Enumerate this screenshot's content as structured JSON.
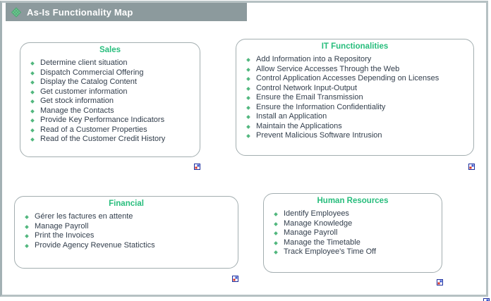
{
  "header": {
    "title": "As-Is Functionality Map",
    "icon": "functionality-map-icon"
  },
  "groups": [
    {
      "id": "sales",
      "title": "Sales",
      "items": [
        "Determine client situation",
        "Dispatch Commercial Offering",
        "Display the Catalog Content",
        "Get customer information",
        "Get stock information",
        "Manage the Contacts",
        "Provide Key Performance Indicators",
        "Read of a Customer Properties",
        "Read of the Customer Credit History"
      ]
    },
    {
      "id": "it",
      "title": "IT Functionalities",
      "items": [
        "Add Information into a Repository",
        "Allow Service Accesses Through the Web",
        "Control Application Accesses Depending on Licenses",
        "Control Network Input-Output",
        "Ensure the Email Transmission",
        "Ensure the Information Confidentiality",
        "Install an Application",
        "Maintain the Applications",
        "Prevent Malicious Software Intrusion"
      ]
    },
    {
      "id": "financial",
      "title": "Financial",
      "items": [
        "Gérer les factures en attente",
        "Manage Payroll",
        "Print the Invoices",
        "Provide Agency Revenue Statictics"
      ]
    },
    {
      "id": "hr",
      "title": "Human Resources",
      "items": [
        "Identify Employees",
        "Manage Knowledge",
        "Manage Payroll",
        "Manage the Timetable",
        "Track Employee's Time Off"
      ]
    }
  ],
  "icons": {
    "nav_icon": "open-diagram-icon",
    "bullet": "bullet-icon"
  },
  "colors": {
    "header_bg": "#8c9a9d",
    "header_text": "#ffffff",
    "group_title_green": "#27bd7c",
    "item_text": "#323e4c",
    "bullet_green": "#52b77e",
    "box_border": "#a3aeb0",
    "frame_border": "#b6c1c3",
    "header_icon_green": "#72c794",
    "nav_icon_blue": "#3a57d0",
    "nav_icon_red": "#d93025"
  }
}
